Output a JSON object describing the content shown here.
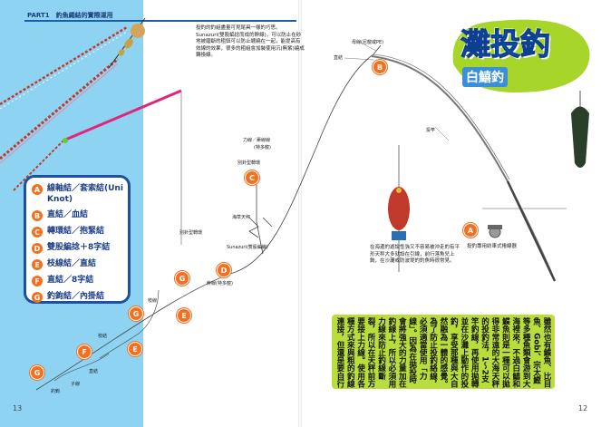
{
  "header": {
    "part": "PART1　釣魚繩結的實際運用"
  },
  "title": {
    "main": "灘投釣",
    "sub": "白鱚釣"
  },
  "legend": [
    {
      "letter": "A",
      "text": "線軸結／套索結(Uni Knot)"
    },
    {
      "letter": "B",
      "text": "直結／血結"
    },
    {
      "letter": "C",
      "text": "轉環結／抱緊結"
    },
    {
      "letter": "D",
      "text": "雙股編捻＋8字結"
    },
    {
      "letter": "E",
      "text": "枝線結／直結"
    },
    {
      "letter": "F",
      "text": "直結／8字結"
    },
    {
      "letter": "G",
      "text": "釣鉤結／內掛結"
    }
  ],
  "note_top": "投釣的釣組盡量可見尾具一樣的巧思。Sunazuri(雙股編捻而成的幹線)，可以防止在砂地被磨斷的粗鈕可以防止纏繞在一起，能提高有效線的效果，很多的粗組會加裝使用沉(無紫)繞成轉換線。",
  "note_float": "在海邊的遊說性強又不容易被沖走的有平形天秤大多就設在引線，前行落魚兒上鉤，在沙灘或防波堤的釣魚時很常見。",
  "labels": {
    "line_main": "母線(尼龍或PE)",
    "direct": "直結",
    "force_line": "力線／牽線線",
    "force_line_sub": "(特多龍)",
    "swivel_special": "別針型轉環",
    "swivel_special2": "別針型轉環",
    "sinker": "海草天秤",
    "sunazuri": "Sunazuri(雙股編織)",
    "trunk": "幹線(特多龍)",
    "branch": "枝線",
    "leader": "枝結",
    "direct2": "直結",
    "child_line": "子線",
    "hook": "釣鉤",
    "rod": "投竿",
    "reel": "投釣專用紡車式捲線器"
  },
  "points": [
    "A",
    "B",
    "C",
    "D",
    "E",
    "F",
    "G",
    "G",
    "G",
    "E"
  ],
  "body_text": "雖然也有鰈魚、比目魚、Gobi、宗太鰹等多種魚類會游到大海裡來，不過白鱚和鰈魚則是一種可以拋得非常遠的大海天秤的投釣法，1～2支竿釣線，再使用拋轉並在沙灘上動作的投釣，享受那種與大自然融為一體的感覺。為了防止投釣絡線，必須適當使用「力線」。因為在拋投時會將強大的力量加在釣線上，所以必須用力線來防止釣線斷裂，所以在天秤前方要接上力線。使用各種方式來與粗的釣線連接，但還是要自行決定是否能做出獨一無二的釣組。",
  "page_numbers": {
    "left": "13",
    "right": "12"
  }
}
